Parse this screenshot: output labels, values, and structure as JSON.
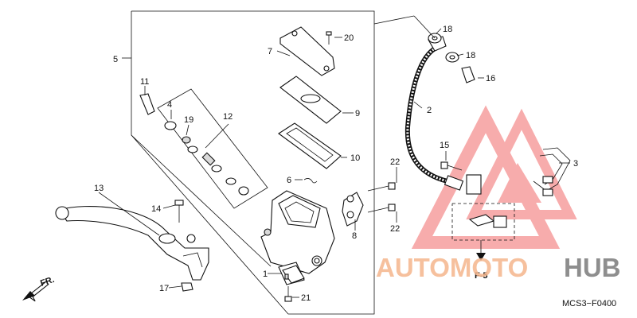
{
  "diagram": {
    "callouts": [
      "1",
      "2",
      "3",
      "4",
      "5",
      "6",
      "7",
      "8",
      "9",
      "10",
      "11",
      "12",
      "13",
      "14",
      "15",
      "16",
      "17",
      "18",
      "19",
      "20",
      "21",
      "22"
    ],
    "direction_label": "FR.",
    "reference_label": "F-5",
    "figure_code": "MCS3−F0400"
  },
  "watermark": {
    "prefix": "AUTOMOTO",
    "suffix": "HUB",
    "colors": {
      "prefix": "#f4b58c",
      "suffix": "#7a7a7a",
      "triangle": "#f26a6a"
    }
  }
}
